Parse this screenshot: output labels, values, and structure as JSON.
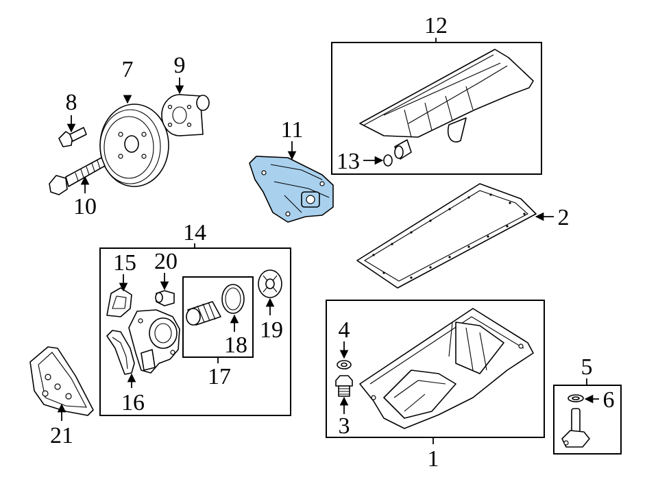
{
  "diagram": {
    "colors": {
      "line": "#000000",
      "background": "#ffffff",
      "highlight_fill": "#a9d1ee"
    },
    "callouts": {
      "c1": "1",
      "c2": "2",
      "c3": "3",
      "c4": "4",
      "c5": "5",
      "c6": "6",
      "c7": "7",
      "c8": "8",
      "c9": "9",
      "c10": "10",
      "c11": "11",
      "c12": "12",
      "c13": "13",
      "c14": "14",
      "c15": "15",
      "c16": "16",
      "c17": "17",
      "c18": "18",
      "c19": "19",
      "c20": "20",
      "c21": "21"
    },
    "highlighted_part": "11"
  }
}
